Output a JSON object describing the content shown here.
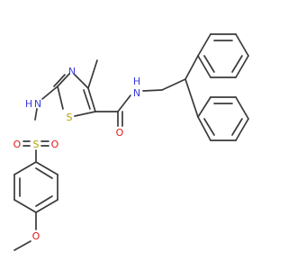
{
  "atoms": {
    "ring_n": "N",
    "ring_s": "S",
    "amide_n": "N",
    "amide_h": "H",
    "amide_o": "O",
    "sulfonamide_n": "N",
    "sulfonamide_h": "H",
    "sulfonyl_s": "S",
    "sulfonyl_o_left": "O",
    "sulfonyl_o_right": "O",
    "ether_o": "O"
  },
  "colors": {
    "bond": "#3a3a3a",
    "nitrogen": "#3a3ad8",
    "sulfur": "#b5a000",
    "oxygen": "#e01818"
  }
}
